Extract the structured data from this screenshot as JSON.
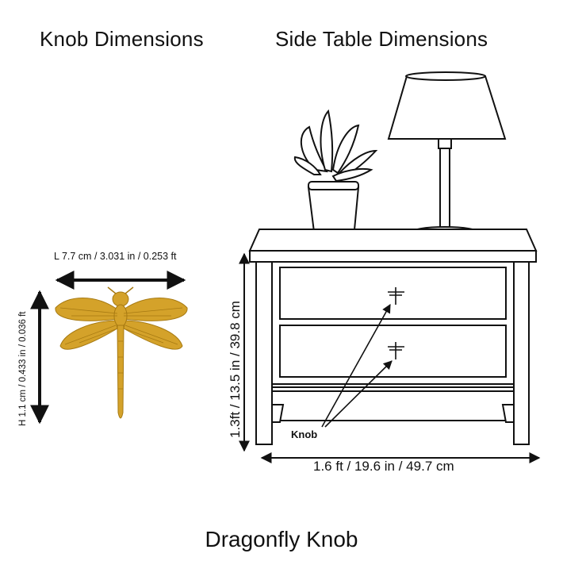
{
  "headings": {
    "knob": "Knob Dimensions",
    "table": "Side Table Dimensions"
  },
  "knob": {
    "length_label": "L 7.7 cm / 3.031 in / 0.253 ft",
    "height_label": "H 1.1 cm / 0.433 in / 0.036 ft",
    "color": "#d4a22a"
  },
  "table": {
    "height_label": "1.3ft / 13.5 in / 39.8 cm",
    "width_label": "1.6 ft / 19.6 in / 49.7 cm",
    "knob_callout": "Knob"
  },
  "footer": {
    "title": "Dragonfly Knob"
  }
}
